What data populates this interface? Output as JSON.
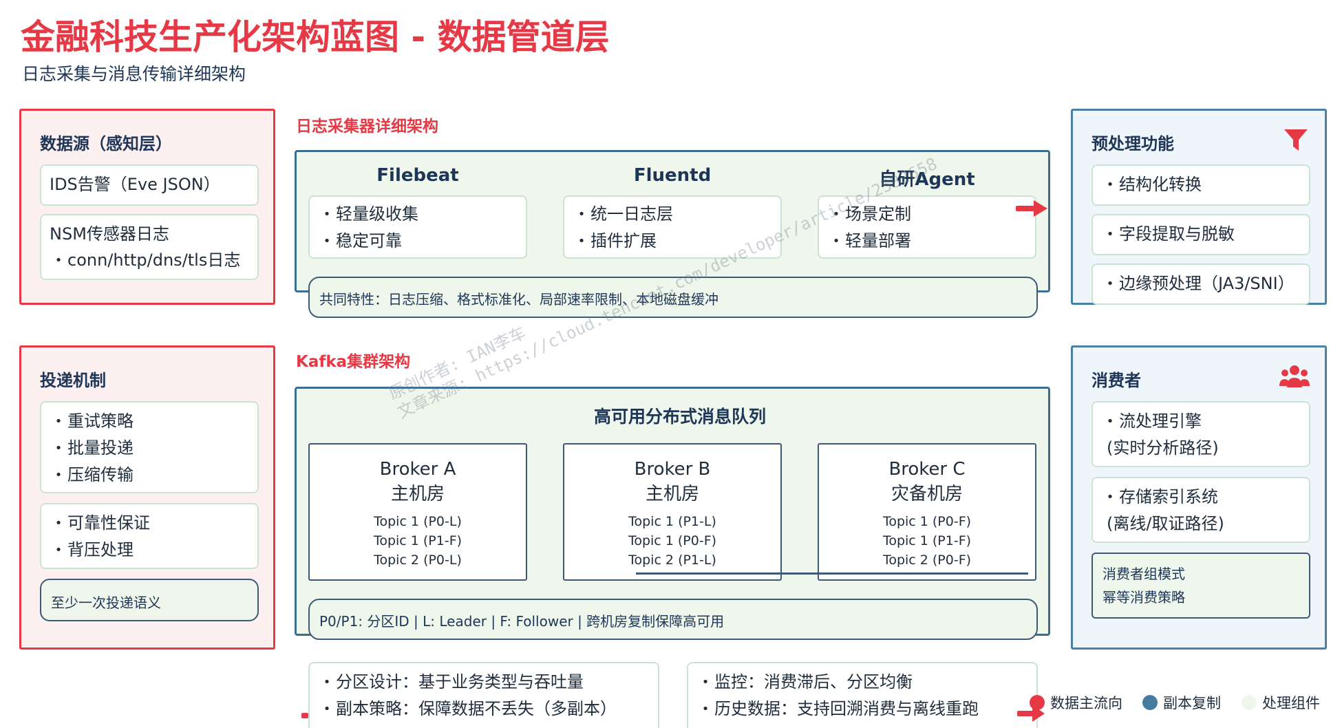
{
  "title": "金融科技生产化架构蓝图 - 数据管道层",
  "subtitle": "日志采集与消息传输详细架构",
  "colors": {
    "accent_red": "#e63946",
    "accent_blue": "#4a7fa6",
    "text_navy": "#1d3557",
    "process_green": "#eff7ec"
  },
  "data_source": {
    "title": "数据源（感知层）",
    "ids_card": "IDS告警（Eve JSON）",
    "nsm_title": "NSM传感器日志",
    "nsm_item": "conn/http/dns/tls日志"
  },
  "collector": {
    "label": "日志采集器详细架构",
    "columns": [
      {
        "title": "Filebeat",
        "items": [
          "轻量级收集",
          "稳定可靠"
        ]
      },
      {
        "title": "Fluentd",
        "items": [
          "统一日志层",
          "插件扩展"
        ]
      },
      {
        "title": "自研Agent",
        "items": [
          "场景定制",
          "轻量部署"
        ]
      }
    ],
    "common": "共同特性：日志压缩、格式标准化、局部速率限制、本地磁盘缓冲"
  },
  "preprocess": {
    "title": "预处理功能",
    "icon": "filter-icon",
    "items": [
      "结构化转换",
      "字段提取与脱敏",
      "边缘预处理（JA3/SNI）"
    ]
  },
  "delivery": {
    "title": "投递机制",
    "group1": [
      "重试策略",
      "批量投递",
      "压缩传输"
    ],
    "group2": [
      "可靠性保证",
      "背压处理"
    ],
    "semantic": "至少一次投递语义"
  },
  "kafka": {
    "label": "Kafka集群架构",
    "heading": "高可用分布式消息队列",
    "brokers": [
      {
        "name": "Broker A",
        "site": "主机房",
        "topics": [
          "Topic 1 (P0-L)",
          "Topic 1 (P1-F)",
          "Topic 2 (P0-L)"
        ]
      },
      {
        "name": "Broker B",
        "site": "主机房",
        "topics": [
          "Topic 1 (P1-L)",
          "Topic 1 (P0-F)",
          "Topic 2 (P1-L)"
        ]
      },
      {
        "name": "Broker C",
        "site": "灾备机房",
        "topics": [
          "Topic 1 (P0-F)",
          "Topic 1 (P1-F)",
          "Topic 2 (P0-F)"
        ]
      }
    ],
    "note": "P0/P1: 分区ID | L: Leader | F: Follower | 跨机房复制保障高可用"
  },
  "consumers": {
    "title": "消费者",
    "icon": "users-icon",
    "items": [
      {
        "line1": "流处理引擎",
        "line2": "(实时分析路径)"
      },
      {
        "line1": "存储索引系统",
        "line2": "(离线/取证路径)"
      }
    ],
    "group_line1": "消费者组模式",
    "group_line2": "幂等消费策略"
  },
  "bottom": {
    "left": [
      "分区设计：基于业务类型与吞吐量",
      "副本策略：保障数据不丢失（多副本）"
    ],
    "right": [
      "监控：消费滞后、分区均衡",
      "历史数据：支持回溯消费与离线重跑"
    ]
  },
  "legend": [
    {
      "label": "数据主流向",
      "color": "#e63946"
    },
    {
      "label": "副本复制",
      "color": "#457b9d"
    },
    {
      "label": "处理组件",
      "color": "#eff7ec"
    }
  ],
  "watermark": {
    "line1": "原创作者: IAN李车",
    "line2": "文章来源: https://cloud.tencent.com/developer/article/2582658"
  }
}
